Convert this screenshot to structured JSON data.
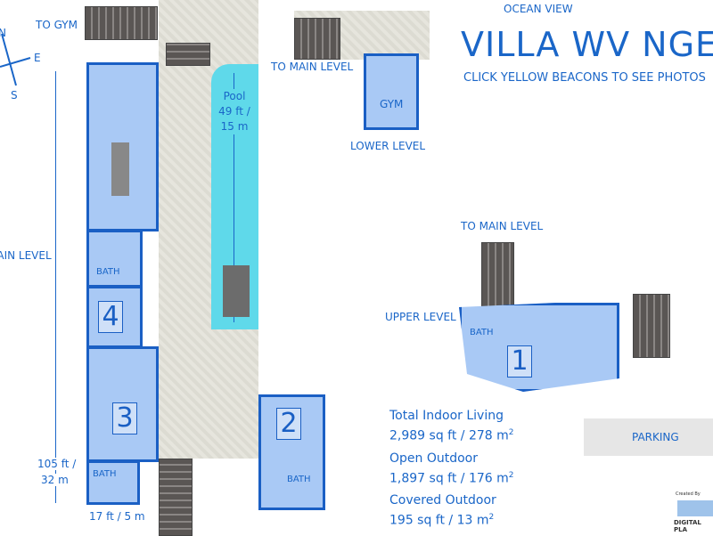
{
  "header": {
    "ocean": "OCEAN VIEW",
    "title": "VILLA WV NGE",
    "subtitle": "CLICK YELLOW BEACONS TO SEE PHOTOS"
  },
  "compass": {
    "n": "N",
    "e": "E",
    "s": "S"
  },
  "main": {
    "to_gym": "TO GYM",
    "level": "MAIN LEVEL",
    "length": "105 ft /",
    "length_m": "32 m",
    "width": "17 ft / 5 m",
    "pool": "Pool",
    "pool_len": "49 ft /",
    "pool_m": "15 m",
    "bath": "BATH",
    "bedrooms": [
      "4",
      "3",
      "2"
    ]
  },
  "lower": {
    "to_main": "TO MAIN LEVEL",
    "gym": "GYM",
    "label": "LOWER LEVEL"
  },
  "upper": {
    "to_main": "TO MAIN LEVEL",
    "label": "UPPER LEVEL",
    "bath": "BATH",
    "bedroom": "1"
  },
  "stats": [
    {
      "label": "Total Indoor Living",
      "value": "2,989 sq ft / 278 m",
      "sup": "2"
    },
    {
      "label": "Open Outdoor",
      "value": "1,897 sq ft / 176 m",
      "sup": "2"
    },
    {
      "label": "Covered Outdoor",
      "value": "195 sq ft / 13 m",
      "sup": "2"
    }
  ],
  "parking": "PARKING",
  "logo": {
    "created": "Created By",
    "name": "DIGITAL PLA"
  },
  "colors": {
    "accent": "#1a66c8",
    "pool": "#5fd9ea",
    "room": "#a9c9f5"
  }
}
